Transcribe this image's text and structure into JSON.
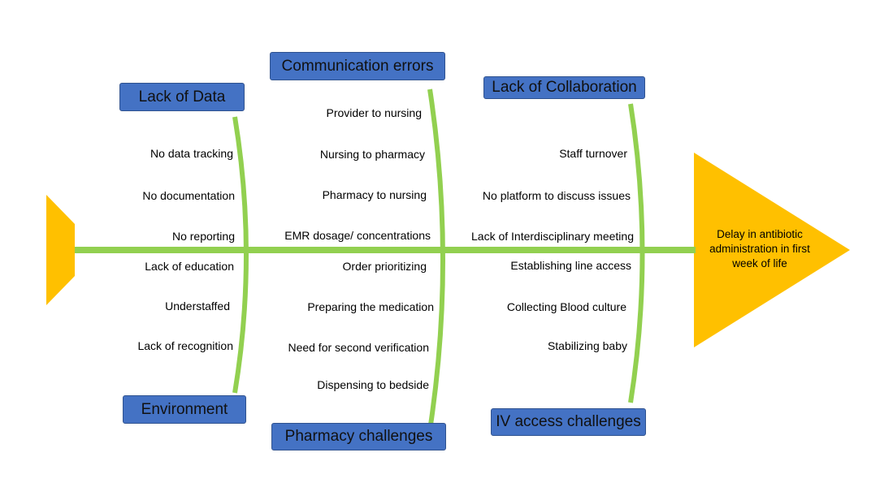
{
  "colors": {
    "spine": "#92d050",
    "head": "#ffc000",
    "category_fill": "#4472c4",
    "category_border": "#2f528f"
  },
  "effect": "Delay in antibiotic administration in first week of life",
  "categories": {
    "top_left": "Lack of Data",
    "top_middle": "Communication errors",
    "top_right": "Lack of Collaboration",
    "bottom_left": "Environment",
    "bottom_middle": "Pharmacy challenges",
    "bottom_right": "IV access challenges"
  },
  "causes": {
    "lack_of_data": [
      "No data tracking",
      "No documentation",
      "No reporting"
    ],
    "environment": [
      "Lack of education",
      "Understaffed",
      "Lack of recognition"
    ],
    "communication_errors": [
      "Provider to nursing",
      "Nursing to pharmacy",
      "Pharmacy to nursing",
      "EMR dosage/ concentrations"
    ],
    "pharmacy_challenges": [
      "Order prioritizing",
      "Preparing the medication",
      "Need for second verification",
      "Dispensing to bedside"
    ],
    "lack_of_collaboration": [
      "Staff turnover",
      "No platform to discuss issues",
      "Lack of Interdisciplinary meeting"
    ],
    "iv_access_challenges": [
      "Establishing line access",
      "Collecting Blood culture",
      "Stabilizing baby"
    ]
  }
}
